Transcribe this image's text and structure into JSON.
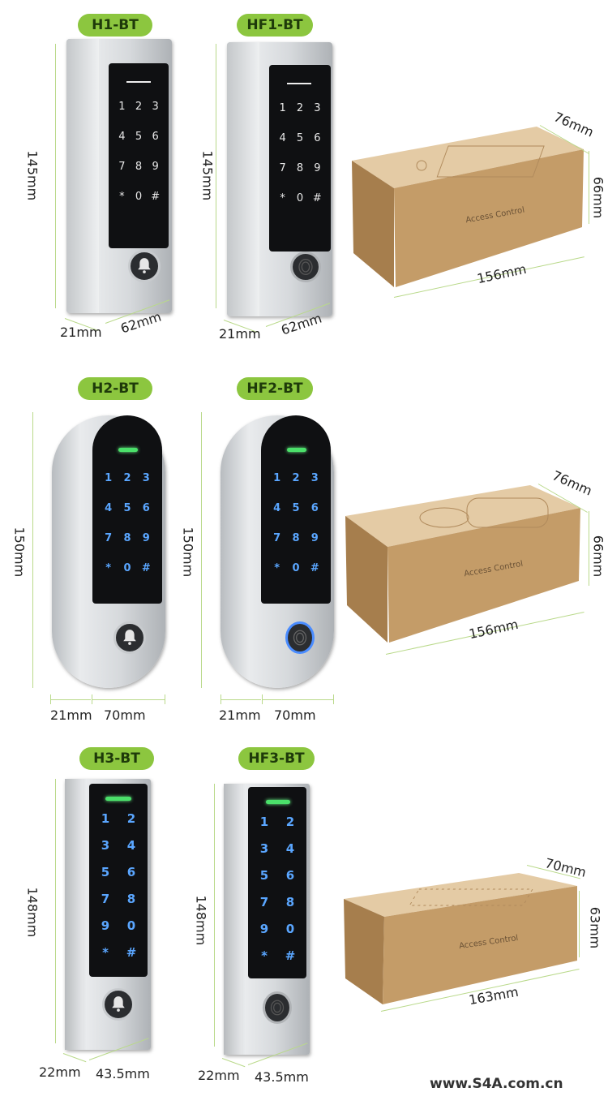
{
  "row1": {
    "left_model": "H1-BT",
    "right_model": "HF1-BT",
    "height": "145mm",
    "depth": "21mm",
    "width": "62mm",
    "box": {
      "depth": "76mm",
      "height": "66mm",
      "length": "156mm",
      "label": "Access Control"
    }
  },
  "row2": {
    "left_model": "H2-BT",
    "right_model": "HF2-BT",
    "height": "150mm",
    "depth": "21mm",
    "width": "70mm",
    "box": {
      "depth": "76mm",
      "height": "66mm",
      "length": "156mm",
      "label": "Access Control"
    }
  },
  "row3": {
    "left_model": "H3-BT",
    "right_model": "HF3-BT",
    "height": "148mm",
    "depth": "22mm",
    "width": "43.5mm",
    "box": {
      "depth": "70mm",
      "height": "63mm",
      "length": "163mm",
      "label": "Access Control"
    }
  },
  "keypad": [
    "1",
    "2",
    "3",
    "4",
    "5",
    "6",
    "7",
    "8",
    "9",
    "*",
    "0",
    "#"
  ],
  "keypad_tall": [
    "1",
    "2",
    "3",
    "4",
    "5",
    "6",
    "7",
    "8",
    "9",
    "0",
    "*",
    "#"
  ],
  "icons": {
    "bell": "bell-icon",
    "fingerprint": "fingerprint-icon"
  },
  "colors": {
    "badge": "#8cc63f",
    "led": "#4be06a",
    "keys_blue": "#5aa6ff"
  },
  "website": "www.S4A.com.cn"
}
